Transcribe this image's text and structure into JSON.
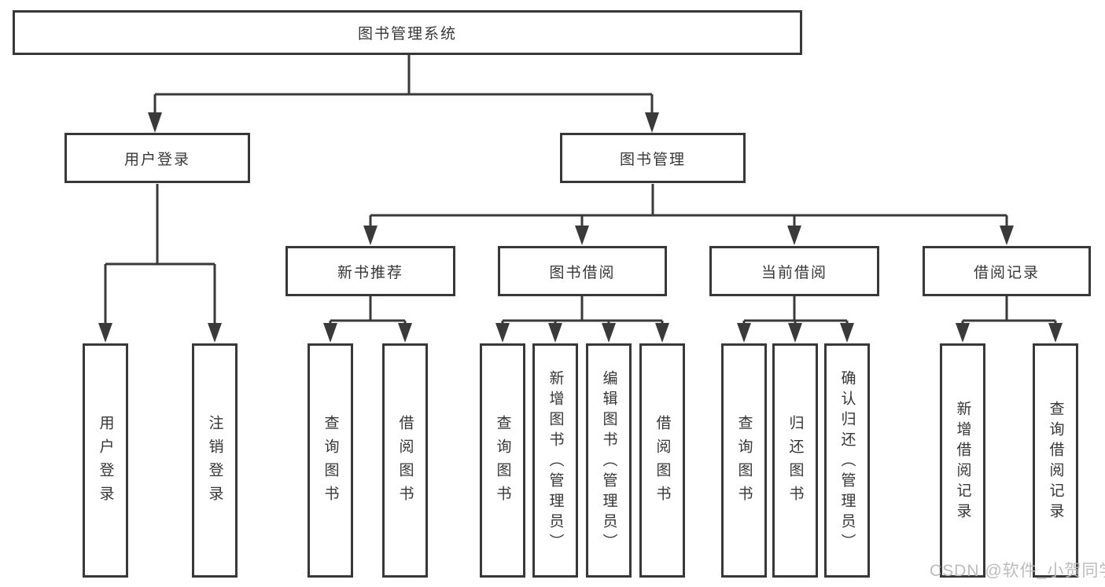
{
  "diagram_title": "图书管理系统",
  "tree": {
    "root": {
      "label": "图书管理系统"
    },
    "level1": [
      {
        "id": "user-login",
        "label": "用户登录"
      },
      {
        "id": "book-management",
        "label": "图书管理"
      }
    ],
    "level2": [
      {
        "id": "new-book-recommend",
        "label": "新书推荐"
      },
      {
        "id": "book-borrowing",
        "label": "图书借阅"
      },
      {
        "id": "current-borrowing",
        "label": "当前借阅"
      },
      {
        "id": "borrowing-records",
        "label": "借阅记录"
      }
    ],
    "leaves": {
      "user_login": [
        {
          "label": "用户登录"
        },
        {
          "label": "注销登录"
        }
      ],
      "new_book_recommend": [
        {
          "label": "查询图书"
        },
        {
          "label": "借阅图书"
        }
      ],
      "book_borrowing": [
        {
          "label": "查询图书"
        },
        {
          "label": "新增图书（管理员）"
        },
        {
          "label": "编辑图书（管理员）"
        },
        {
          "label": "借阅图书"
        }
      ],
      "current_borrowing": [
        {
          "label": "查询图书"
        },
        {
          "label": "归还图书"
        },
        {
          "label": "确认归还（管理员）"
        }
      ],
      "borrowing_records": [
        {
          "label": "新增借阅记录"
        },
        {
          "label": "查询借阅记录"
        }
      ]
    }
  },
  "watermark": {
    "text": "CSDN @软件_小贺同学"
  },
  "colors": {
    "line": "#3a3a3a",
    "text": "#363636",
    "background": "#ffffff",
    "watermark": "#b9b9b9"
  }
}
